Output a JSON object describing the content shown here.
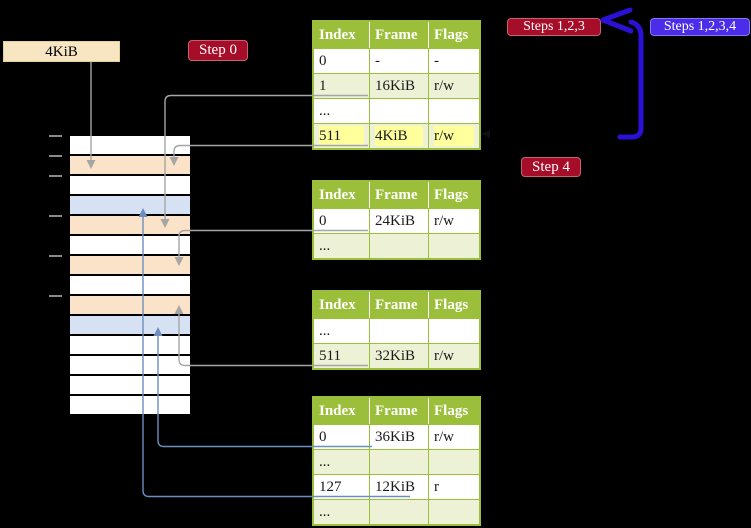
{
  "colors": {
    "table_header_bg": "#9cbf3b",
    "table_row_alt_bg": "#edf1d6",
    "highlight_yellow": "#ffff9c",
    "frame_peach": "#fbe3c9",
    "frame_blue": "#d6e2f4",
    "connector_gray": "#a5a5a5",
    "connector_blue": "#6d8fc0",
    "big_arrow_blue": "#2b11d6",
    "badge_red_bg": "#a50d28",
    "badge_violet_bg": "#4b2ce8",
    "label_tan_bg": "#f7e6c1",
    "tick_gray": "#8a8a8a"
  },
  "labels": {
    "page_size": "4KiB",
    "step0": "Step 0",
    "step4": "Step 4",
    "steps123": "Steps 1,2,3",
    "steps1234": "Steps 1,2,3,4"
  },
  "memory": {
    "row_types": [
      "white",
      "peach",
      "white",
      "blue",
      "peach",
      "white",
      "peach",
      "white",
      "peach",
      "blue",
      "white",
      "white",
      "white",
      "white"
    ]
  },
  "tables": [
    {
      "headers": [
        "Index",
        "Frame",
        "Flags"
      ],
      "rows": [
        {
          "index": "0",
          "frame": "-",
          "flags": "-"
        },
        {
          "index": "1",
          "frame": "16KiB",
          "flags": "r/w"
        },
        {
          "index": "...",
          "frame": "",
          "flags": ""
        },
        {
          "index": "511",
          "frame": "4KiB",
          "flags": "r/w"
        }
      ]
    },
    {
      "headers": [
        "Index",
        "Frame",
        "Flags"
      ],
      "rows": [
        {
          "index": "0",
          "frame": "24KiB",
          "flags": "r/w"
        },
        {
          "index": "...",
          "frame": "",
          "flags": ""
        }
      ]
    },
    {
      "headers": [
        "Index",
        "Frame",
        "Flags"
      ],
      "rows": [
        {
          "index": "...",
          "frame": "",
          "flags": ""
        },
        {
          "index": "511",
          "frame": "32KiB",
          "flags": "r/w"
        }
      ]
    },
    {
      "headers": [
        "Index",
        "Frame",
        "Flags"
      ],
      "rows": [
        {
          "index": "0",
          "frame": "36KiB",
          "flags": "r/w"
        },
        {
          "index": "...",
          "frame": "",
          "flags": ""
        },
        {
          "index": "127",
          "frame": "12KiB",
          "flags": "r"
        },
        {
          "index": "...",
          "frame": "",
          "flags": ""
        }
      ]
    }
  ]
}
